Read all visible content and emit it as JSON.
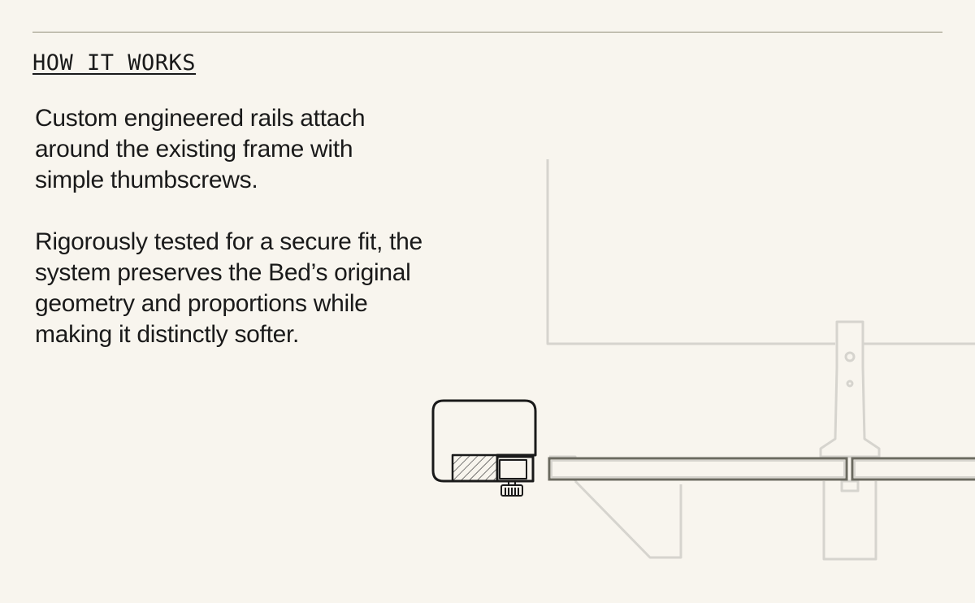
{
  "section": {
    "heading": "HOW IT WORKS"
  },
  "body": {
    "paragraphs": [
      "Custom engineered rails attach around the existing frame with simple thumbscrews.",
      "Rigorously tested for a secure fit, the system preserves the Bed’s original geometry and proportions while making it distinctly softer."
    ]
  },
  "colors": {
    "background": "#f8f5ee",
    "rule": "#8f8c78",
    "text": "#1a1a1a",
    "frame_line": "#d6d4ce",
    "detail_line": "#1a1a1a"
  },
  "icons": {
    "diagram": "bed-rail-cross-section",
    "fastener": "thumbscrew-icon"
  }
}
